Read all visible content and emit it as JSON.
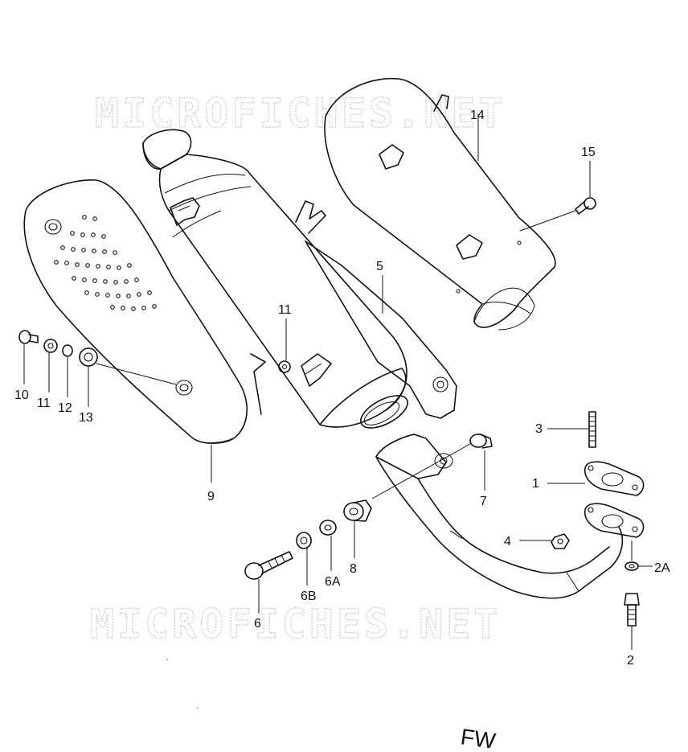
{
  "watermarks": {
    "top": "MICROFICHES.NET",
    "bottom": "MICROFICHES.NET"
  },
  "fwd_text": "FW",
  "callouts": {
    "c1": "1",
    "c2": "2",
    "c2a": "2A",
    "c3": "3",
    "c4": "4",
    "c5": "5",
    "c6": "6",
    "c6a": "6A",
    "c6b": "6B",
    "c7": "7",
    "c8": "8",
    "c9": "9",
    "c10": "10",
    "c11a": "11",
    "c11b": "11",
    "c12": "12",
    "c13": "13",
    "c14": "14",
    "c15": "15"
  }
}
